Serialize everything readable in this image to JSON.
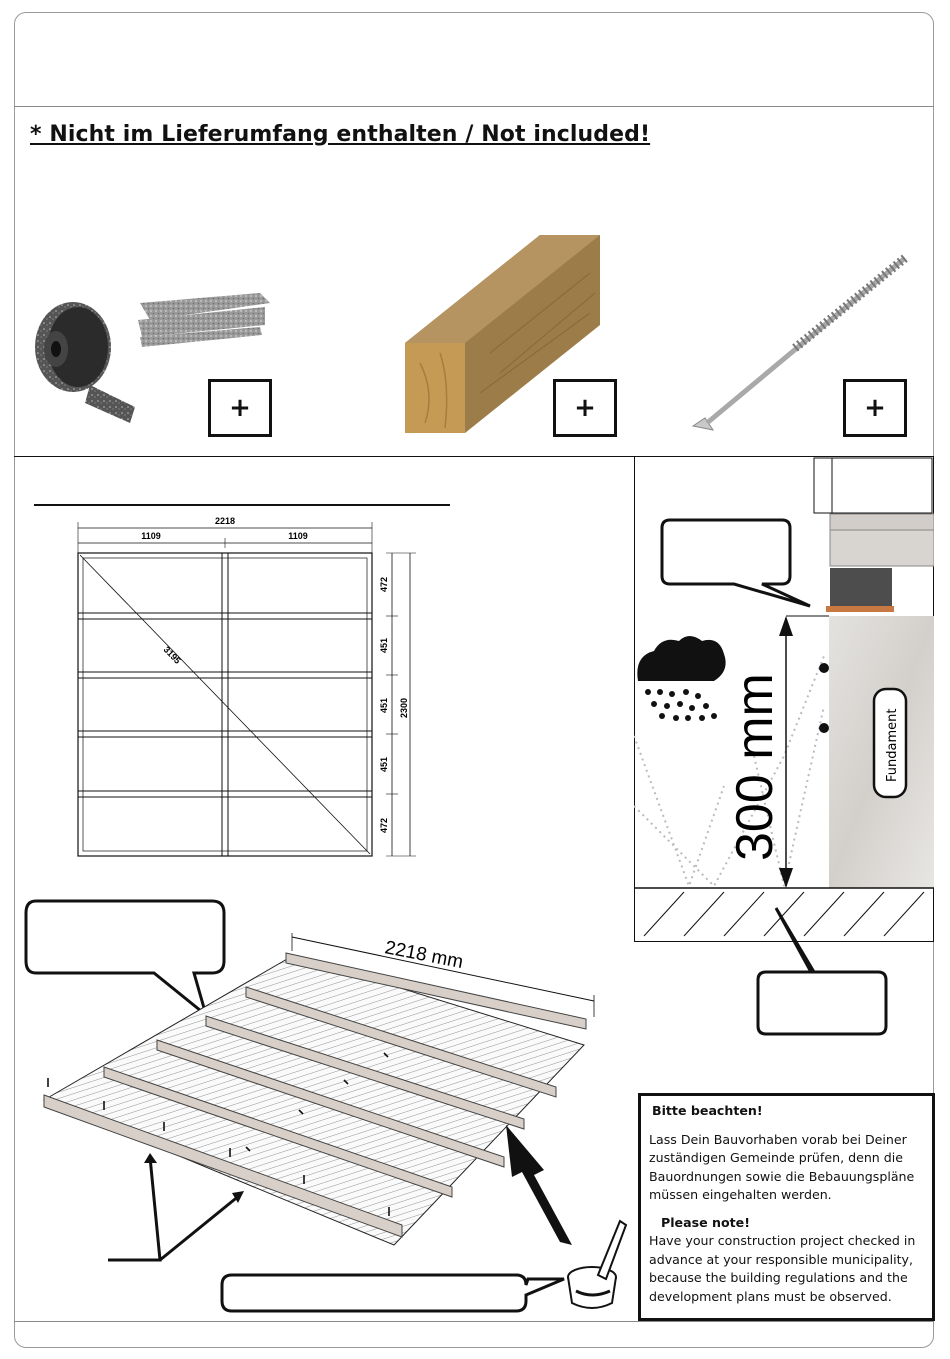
{
  "header": {
    "not_included_title": "* Nicht im Lieferumfang enthalten / Not included!"
  },
  "items": [
    {
      "name": "rubber-pad",
      "plus": "+"
    },
    {
      "name": "timber-post",
      "plus": "+"
    },
    {
      "name": "wood-screw",
      "plus": "+"
    }
  ],
  "plan": {
    "overall_width": "2218",
    "half_width_left": "1109",
    "half_width_right": "1109",
    "diagonal": "3195",
    "overall_depth": "2300",
    "spacings": [
      "472",
      "451",
      "451",
      "451",
      "472"
    ]
  },
  "foundation": {
    "height_label": "300 mm",
    "foundation_label": "Fundament"
  },
  "iso": {
    "width_label": "2218 mm"
  },
  "notice": {
    "de_title": "Bitte beachten!",
    "de_text": "Lass Dein Bauvorhaben vorab bei Deiner zuständigen Gemeinde prüfen, denn die Bauordnungen sowie die Bebauungspläne müssen eingehalten werden.",
    "en_title": "Please note!",
    "en_text": "Have your construction project checked in advance at your responsible municipality, because the building regulations and the development plans must be observed."
  },
  "colors": {
    "line": "#111111",
    "wood": "#c8a878",
    "rubber": "#4a4a4a",
    "foundation": "#d9d7d3"
  }
}
